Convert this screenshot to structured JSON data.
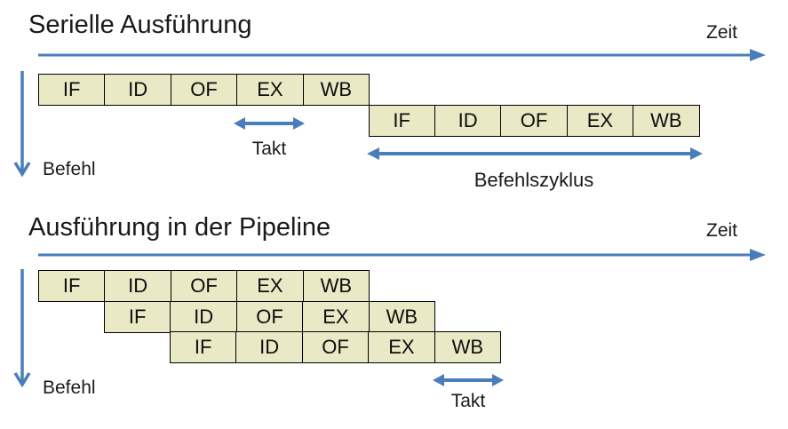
{
  "colors": {
    "arrow_blue": "#4a7ebb",
    "box_fill": "#e9e9c6",
    "box_border": "#000000",
    "text": "#1a1a1a"
  },
  "stages": [
    "IF",
    "ID",
    "OF",
    "EX",
    "WB"
  ],
  "serial": {
    "title": "Serielle Ausführung",
    "time_label": "Zeit",
    "instruction_label": "Befehl",
    "clock_label": "Takt",
    "cycle_label": "Befehlszyklus",
    "rows": [
      {
        "cells": [
          "IF",
          "ID",
          "OF",
          "EX",
          "WB"
        ]
      },
      {
        "cells": [
          "IF",
          "ID",
          "OF",
          "EX",
          "WB"
        ]
      }
    ]
  },
  "pipeline": {
    "title": "Ausführung in der Pipeline",
    "time_label": "Zeit",
    "instruction_label": "Befehl",
    "clock_label": "Takt",
    "rows": [
      {
        "cells": [
          "IF",
          "ID",
          "OF",
          "EX",
          "WB"
        ]
      },
      {
        "cells": [
          "IF",
          "ID",
          "OF",
          "EX",
          "WB"
        ]
      },
      {
        "cells": [
          "IF",
          "ID",
          "OF",
          "EX",
          "WB"
        ]
      }
    ]
  }
}
